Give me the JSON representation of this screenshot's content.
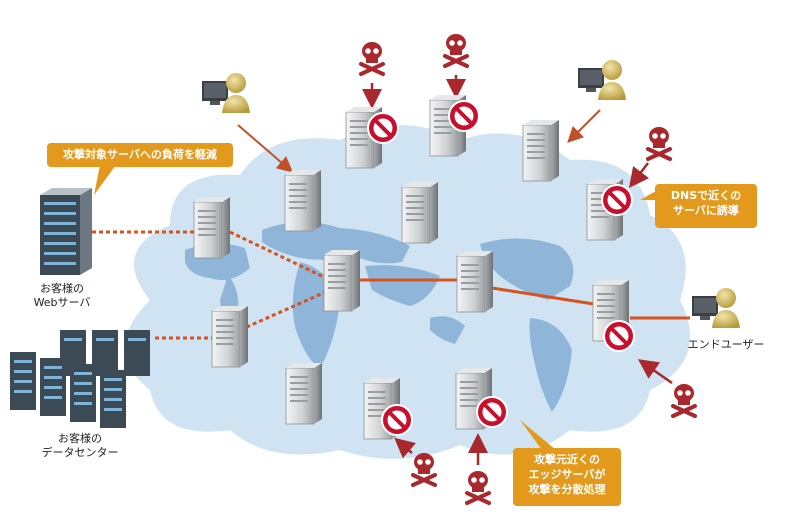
{
  "callouts": {
    "top_left": "攻撃対象サーバへの負荷を軽減",
    "dns_line1": "DNSで近くの",
    "dns_line2": "サーバに誘導",
    "edge_line1": "攻撃元近くの",
    "edge_line2": "エッジサーバが",
    "edge_line3": "攻撃を分散処理"
  },
  "labels": {
    "web_server_line1": "お客様の",
    "web_server_line2": "Webサーバ",
    "datacenter_line1": "お客様の",
    "datacenter_line2": "データセンター",
    "end_user": "エンドユーザー"
  },
  "colors": {
    "cloud": "#cfe3f3",
    "continents": "#8fb6d9",
    "attack_arrow": "#a8282e",
    "connection": "#d6521e",
    "callout": "#e39a1c",
    "block": "#c8102e"
  }
}
